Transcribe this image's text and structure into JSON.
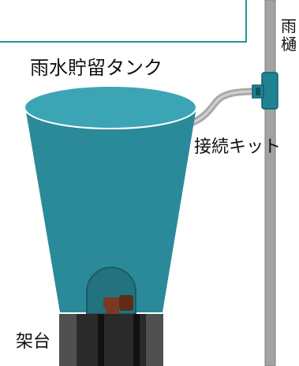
{
  "labels": {
    "tank": "雨水貯留タンク",
    "connection_kit": "接続キット",
    "stand": "架台",
    "downspout_line1": "雨",
    "downspout_line2": "樋"
  },
  "colors": {
    "tank_fill": "#2b8a9a",
    "tank_top": "#3ba5b5",
    "pipe": "#a3a3a3",
    "connector": "#1f8293",
    "faucet": "#7a3a22",
    "stand": "#2a2a2a",
    "frame_border": "#2c8fa0"
  }
}
